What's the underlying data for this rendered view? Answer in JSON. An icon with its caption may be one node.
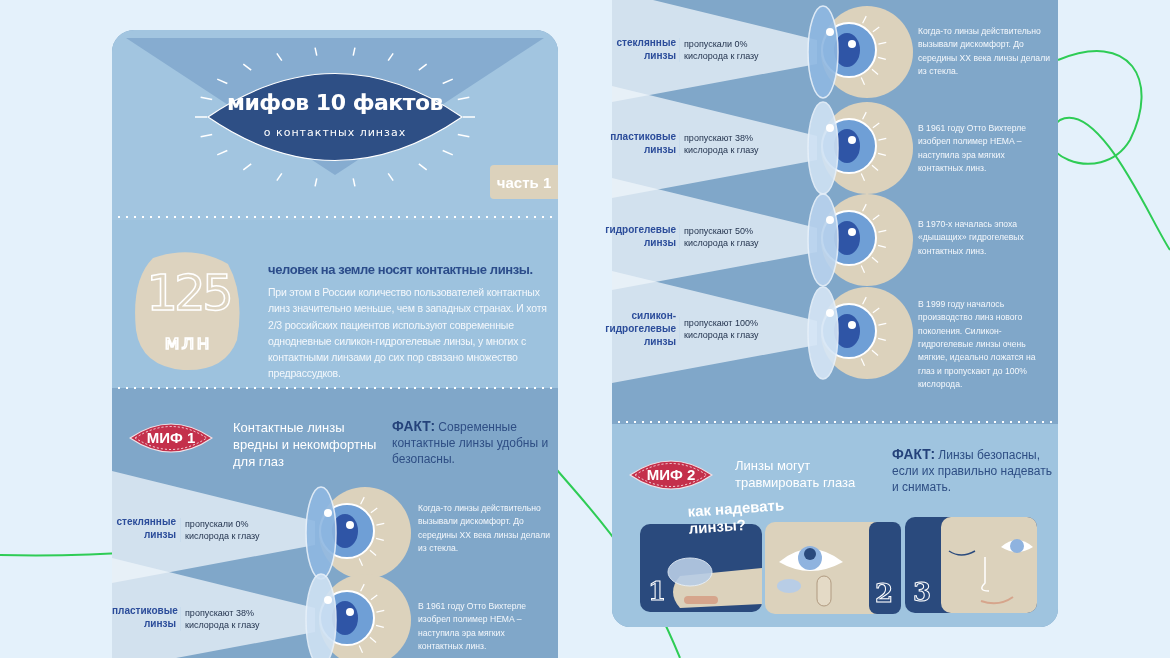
{
  "diagram": {
    "nodes": [
      {
        "text": [
          "мифов 10 фактов",
          "о контактных линзах"
        ]
      },
      {
        "text": [
          "часть 1"
        ]
      },
      {
        "text": [
          "125",
          "млн"
        ]
      },
      {
        "text": [
          "МИФ 1"
        ]
      },
      {
        "text": [
          "МИФ 2"
        ]
      },
      {
        "text": [
          "1"
        ]
      },
      {
        "text": [
          "2"
        ]
      },
      {
        "text": [
          "3"
        ]
      }
    ],
    "labels": [
      "человек на земле носят контактные линзы.",
      "При этом в России количество пользователей контактных линз значительно меньше, чем в западных странах. И хотя 2/3 российских пациентов используют современные однодневные силикон-гидрогелевые линзы, у многих с контактными линзами до сих пор связано множество предрассудков.",
      "Контактные линзы вредны и некомфортны для глаз",
      "**ФАКТ:** Современные контактные линзы удобны и безопасны.",
      "стеклянные линзы",
      "пропускали 0% кислорода к глазу",
      "Когда-то линзы действительно вызывали дискомфорт. До середины XX века линзы делали из стекла.",
      "пластиковые линзы",
      "пропускают 38% кислорода к глазу",
      "В 1961 году Отто Вихтерле изобрел полимер HEMA – наступила эра мягких контактных линз.",
      "стеклянные линзы",
      "пропускали 0% кислорода к глазу",
      "Когда-то линзы действительно вызывали дискомфорт. До середины XX века линзы делали из стекла.",
      "пластиковые линзы",
      "пропускают 38% кислорода к глазу",
      "В 1961 году Отто Вихтерле изобрел полимер HEMA – наступила эра мягких контактных линз.",
      "гидрогелевые линзы",
      "пропускают 50% кислорода к глазу",
      "В 1970-х началась эпоха «дышащих» гидрогелевых контактных линз.",
      "силикон-гидрогелевые линзы",
      "пропускают 100% кислорода к глазу",
      "В 1999 году началось производство линз нового поколения. Силикон-гидрогелевые линзы очень мягкие, идеально ложатся на глаз и пропускают до 100% кислорода.",
      "Линзы могут травмировать глаза",
      "**ФАКТ:** Линзы безопасны, если их правильно надевать и снимать.",
      "как надевать линзы?"
    ]
  }
}
